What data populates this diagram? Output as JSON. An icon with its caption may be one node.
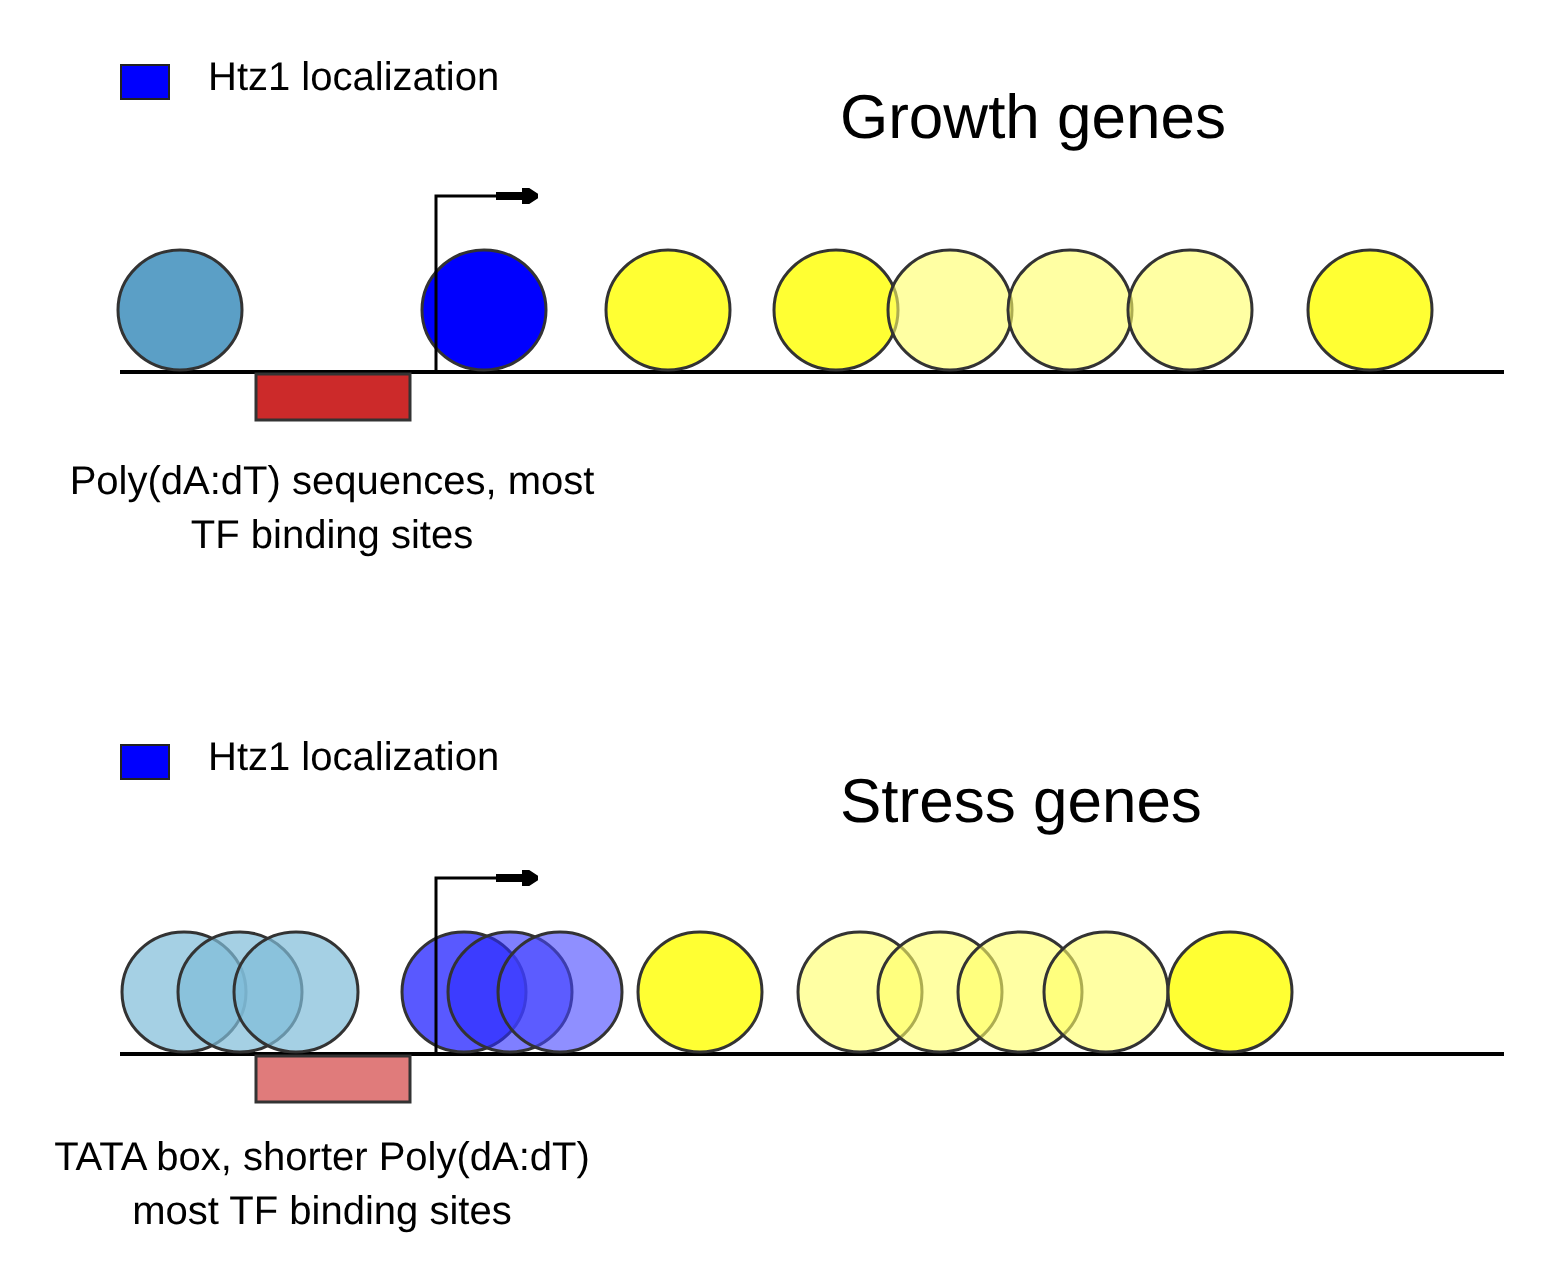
{
  "diagram": {
    "labels": [
      "Growth genes",
      "Poly(dA:dT) sequences, most TF binding sites",
      "Stress genes",
      "TATA box, shorter Poly(dA:dT) most TF binding sites"
    ],
    "legend": [
      {
        "text": "Htz1 localization",
        "color": "#0000ff"
      },
      {
        "text": "Htz1 localization",
        "color": "#0000ff"
      }
    ]
  }
}
